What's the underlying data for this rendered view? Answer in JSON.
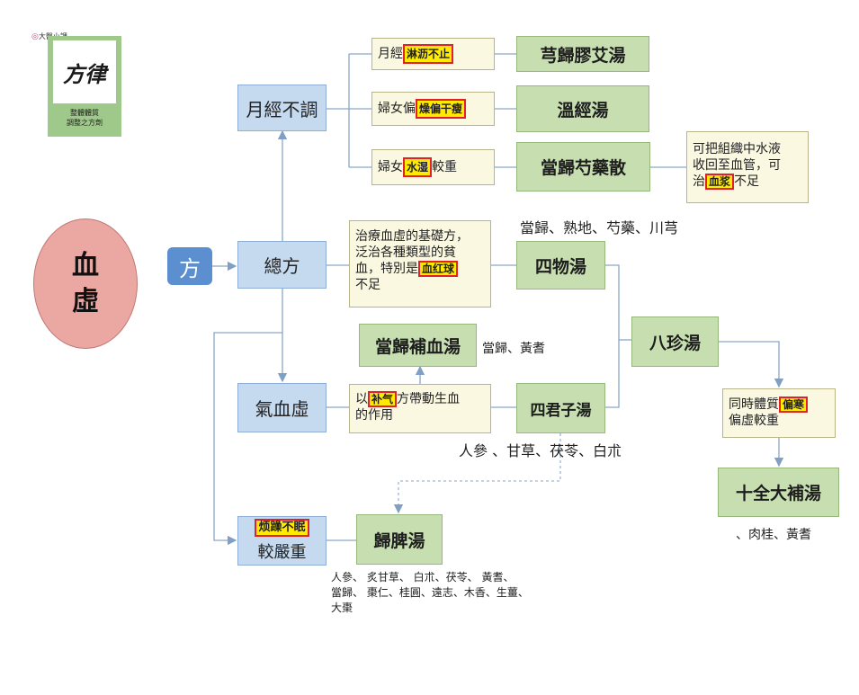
{
  "logo": {
    "tag": "大醫小課",
    "calligraphy": "方律",
    "line1": "整體體質",
    "line2": "調整之方劑"
  },
  "root": {
    "line1": "血",
    "line2": "虛"
  },
  "fang": "方",
  "categories": {
    "yuejing": "月經不調",
    "zongfang": "總方",
    "qixue": "氣血虛",
    "jiaoyan_hl": "烦躁不眠",
    "jiaoyan": "較嚴重"
  },
  "notes": {
    "n1_pre": "月經",
    "n1_hl": "淋沥不止",
    "n2_pre": "婦女偏",
    "n2_hl": "燥偏干瘦",
    "n3_pre": "婦女",
    "n3_hl": "水湿",
    "n3_post": "較重",
    "n4_a": "可把組織中水液",
    "n4_b": "收回至血管，可",
    "n4_pre": "治",
    "n4_hl": "血浆",
    "n4_post": "不足",
    "n5_a": "治療血虛的基礎方，",
    "n5_b": "泛治各種類型的貧",
    "n5_pre": "血，特別是",
    "n5_hl": "血红球",
    "n5_post": "不足",
    "n6_pre": "以",
    "n6_hl": "补气",
    "n6_post": "方帶動生血",
    "n6_b": "的作用",
    "n7_pre": "同時體質",
    "n7_hl": "偏寒",
    "n7_b": "偏虛較重"
  },
  "formulas": {
    "f1": "芎歸膠艾湯",
    "f2": "溫經湯",
    "f3": "當歸芍藥散",
    "f4": "四物湯",
    "f5": "當歸補血湯",
    "f6": "四君子湯",
    "f7": "八珍湯",
    "f8": "十全大補湯",
    "f9": "歸脾湯"
  },
  "ingredients": {
    "siwu": "當歸、熟地、芍藥、川芎",
    "buxue": "當歸、黃耆",
    "sijunzi": "人參 、甘草、茯苓、白朮",
    "shiquan": "、肉桂、黃耆",
    "guipi_1": "人參、 炙甘草、 白朮、茯苓、 黃耆、",
    "guipi_2": "當歸、 棗仁、桂圓、遠志、木香、生薑、",
    "guipi_3": "大棗"
  },
  "colors": {
    "blue_box": "#c5d9ef",
    "green_box": "#c7deb0",
    "note_box": "#fbf8e1",
    "root_circle": "#eba7a2",
    "fang_box": "#5b8fd0",
    "highlight": "#ffea00",
    "highlight_border": "#e0202a",
    "connector": "#7f9fc4"
  }
}
